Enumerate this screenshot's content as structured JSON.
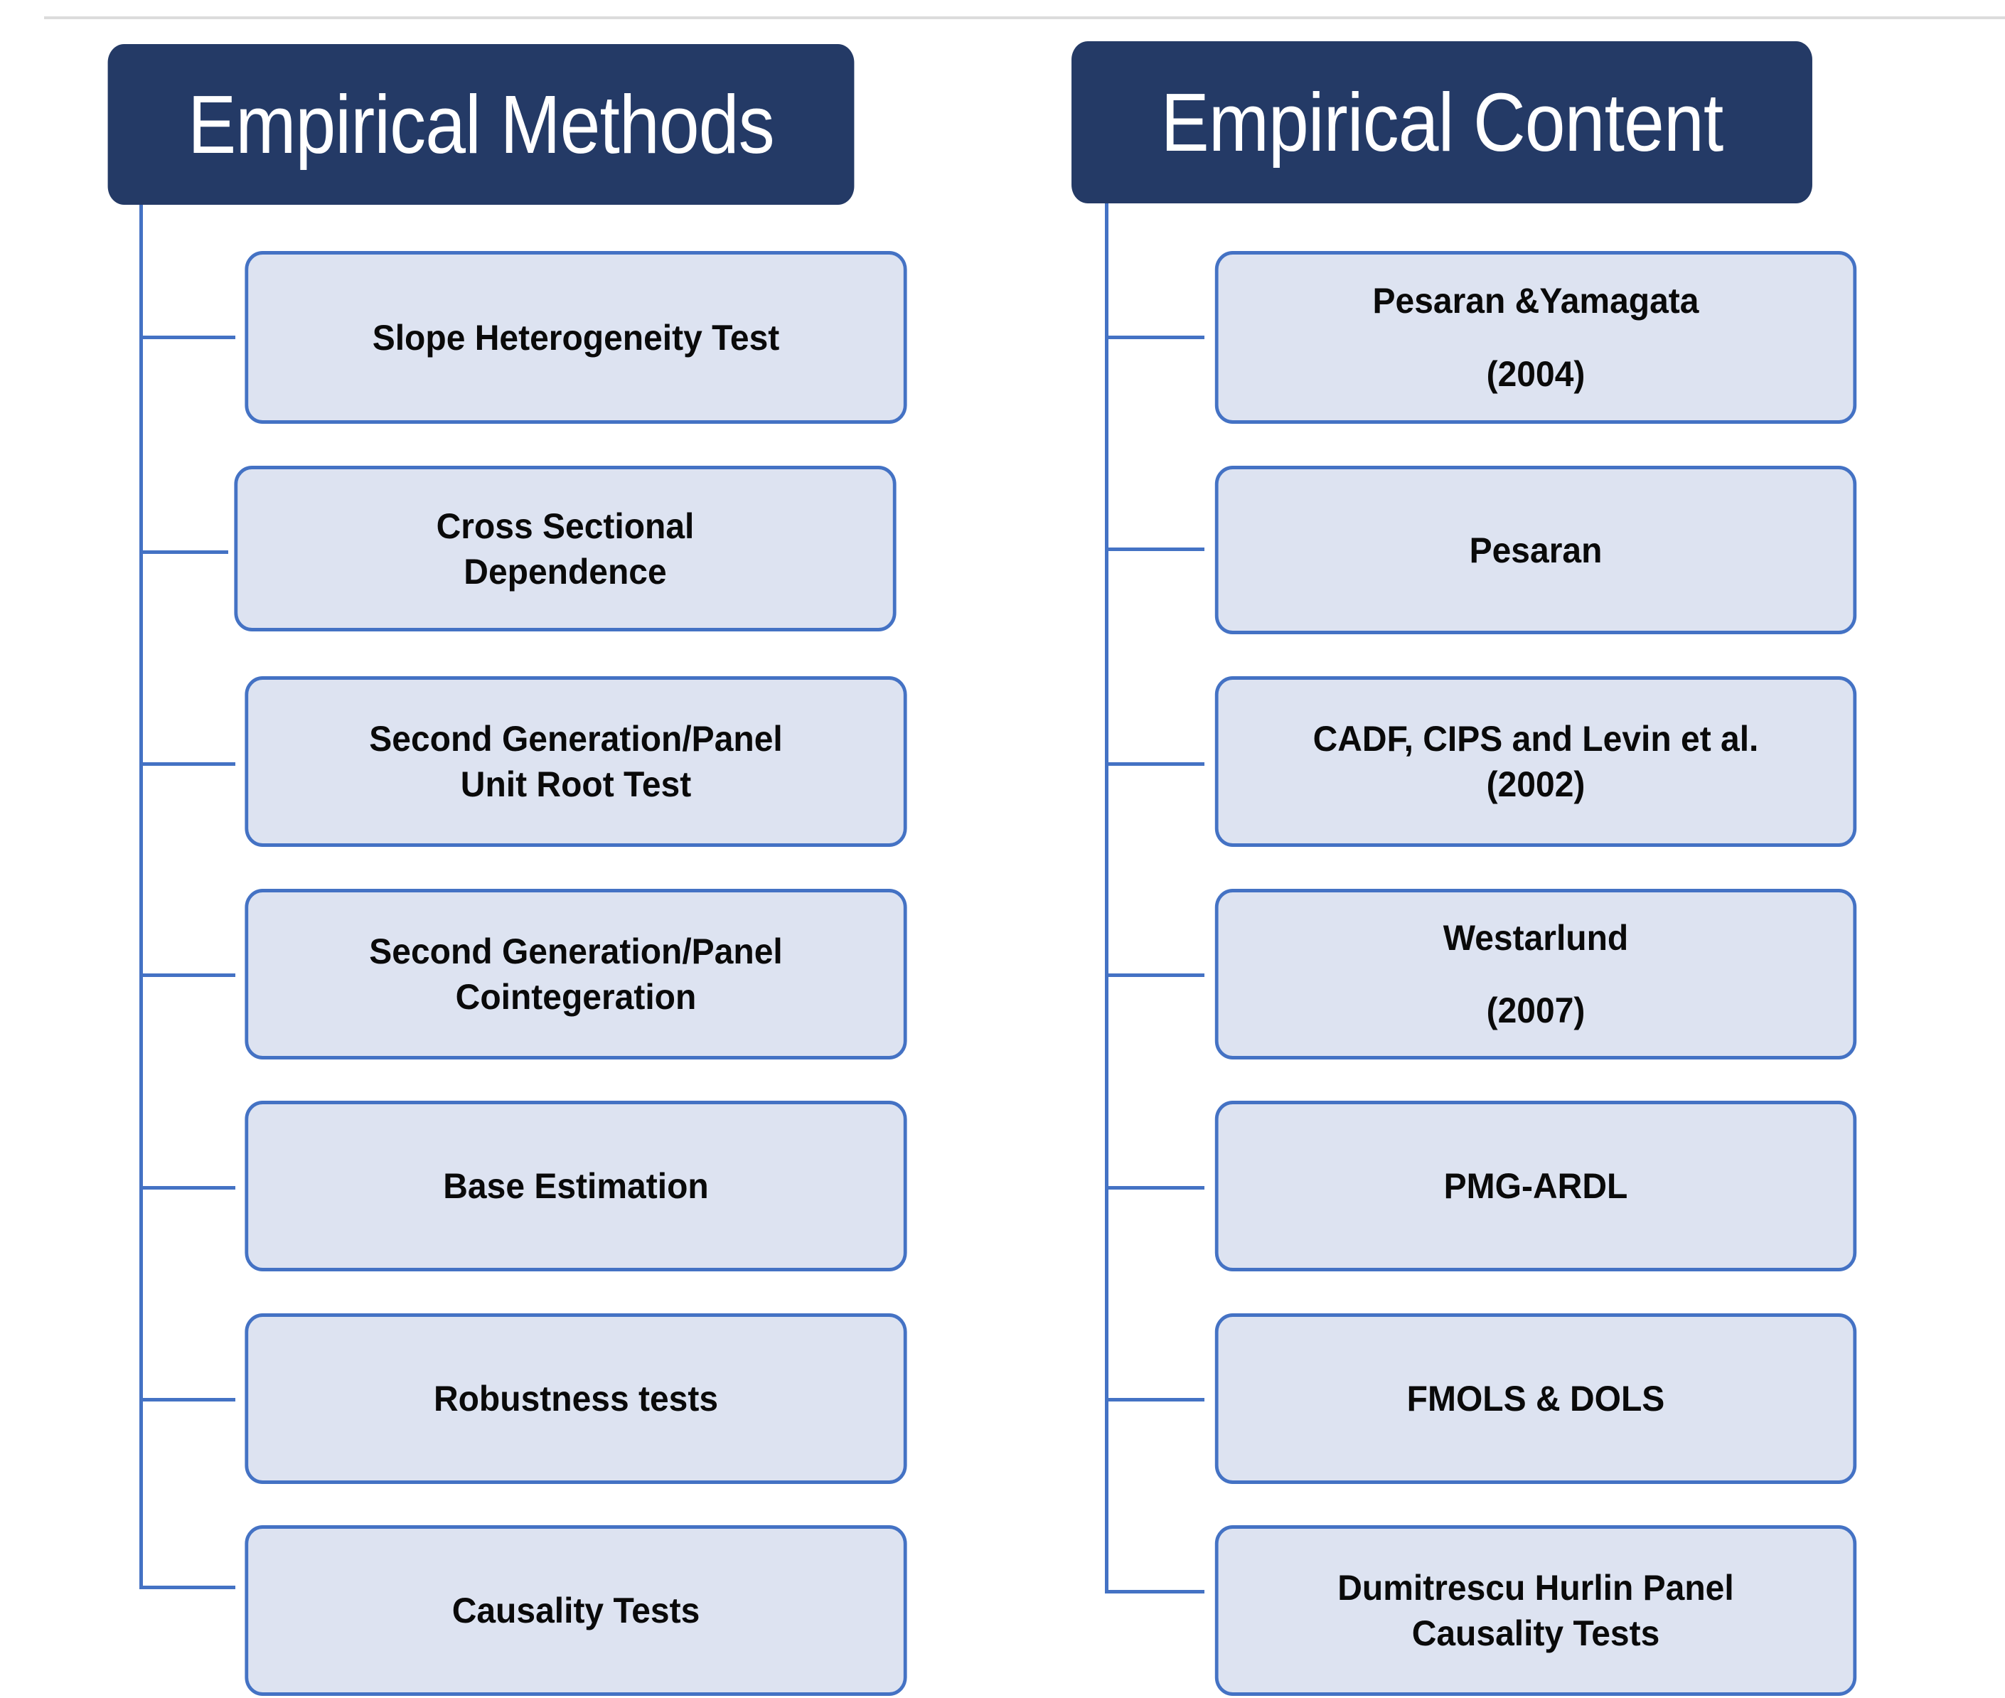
{
  "diagram": {
    "title_bar_divider": "top-divider",
    "columns": [
      {
        "id": "empirical-methods",
        "header": "Empirical Methods",
        "header_color": "#243A66",
        "header_text_color": "#FFFFFF",
        "node_fill": "#DDE3F1",
        "node_border": "#4472C4",
        "node_text_color": "#0A0A0A",
        "nodes": [
          {
            "id": "slope-heterogeneity-test",
            "lines": [
              "Slope Heterogeneity Test"
            ]
          },
          {
            "id": "cross-sectional-dependence",
            "lines": [
              "Cross Sectional",
              "Dependence"
            ]
          },
          {
            "id": "panel-unit-root-test",
            "lines": [
              "Second Generation/Panel",
              "Unit Root Test"
            ]
          },
          {
            "id": "panel-cointegration",
            "lines": [
              "Second Generation/Panel",
              "Cointegeration"
            ]
          },
          {
            "id": "base-estimation",
            "lines": [
              "Base Estimation"
            ]
          },
          {
            "id": "robustness-tests",
            "lines": [
              "Robustness tests"
            ]
          },
          {
            "id": "causality-tests",
            "lines": [
              "Causality Tests"
            ]
          }
        ]
      },
      {
        "id": "empirical-content",
        "header": "Empirical Content",
        "header_color": "#243A66",
        "header_text_color": "#FFFFFF",
        "node_fill": "#DDE3F1",
        "node_border": "#4472C4",
        "node_text_color": "#0A0A0A",
        "nodes": [
          {
            "id": "pesaran-yamagata-2004",
            "lines": [
              "Pesaran &Yamagata",
              "(2004)"
            ]
          },
          {
            "id": "pesaran",
            "lines": [
              "Pesaran"
            ]
          },
          {
            "id": "cadf-cips-levin-2002",
            "lines": [
              "CADF, CIPS and Levin et al.",
              "(2002)"
            ]
          },
          {
            "id": "westarlund-2007",
            "lines": [
              "Westarlund",
              "(2007)"
            ]
          },
          {
            "id": "pmg-ardl",
            "lines": [
              "PMG-ARDL"
            ]
          },
          {
            "id": "fmols-dols",
            "lines": [
              "FMOLS & DOLS"
            ]
          },
          {
            "id": "dumitrescu-hurlin-panel-causality-tests",
            "lines": [
              "Dumitrescu Hurlin Panel",
              "Causality Tests"
            ]
          }
        ]
      }
    ]
  }
}
